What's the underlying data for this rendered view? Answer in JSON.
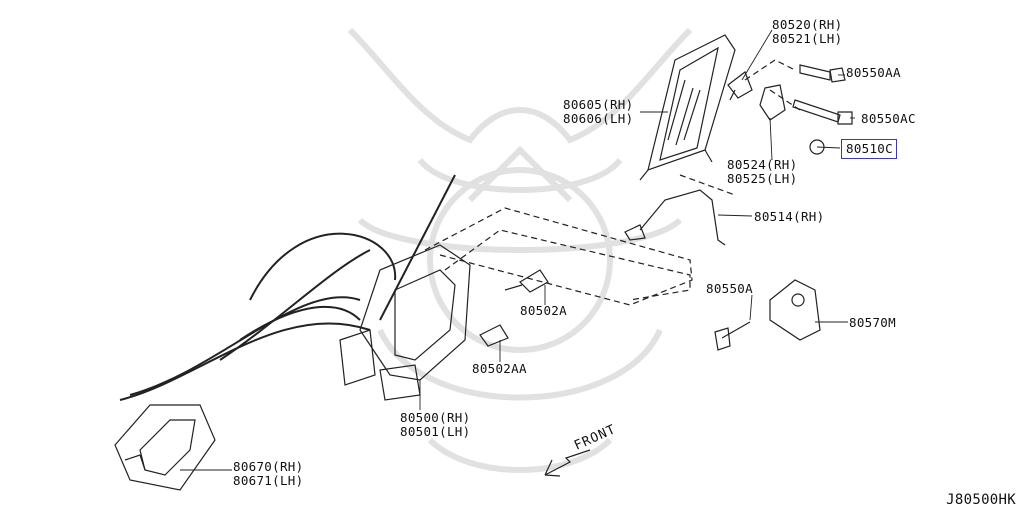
{
  "labels": {
    "p80520": [
      "80520(RH)",
      "80521(LH)"
    ],
    "p80550aa": "80550AA",
    "p80550ac": "80550AC",
    "p80605": [
      "80605(RH)",
      "80606(LH)"
    ],
    "p80510c": "80510C",
    "p80524": [
      "80524(RH)",
      "80525(LH)"
    ],
    "p80514": "80514(RH)",
    "p80502a": "80502A",
    "p80502aa": "80502AA",
    "p80550a": "80550A",
    "p80570m": "80570M",
    "p80500": [
      "80500(RH)",
      "80501(LH)"
    ],
    "p80670": [
      "80670(RH)",
      "80671(LH)"
    ]
  },
  "front_label": "FRONT",
  "diagram_code": "J80500HK",
  "colors": {
    "line": "#222222",
    "highlight_border": "#3a3aa8",
    "watermark": "#d8d8d8"
  }
}
